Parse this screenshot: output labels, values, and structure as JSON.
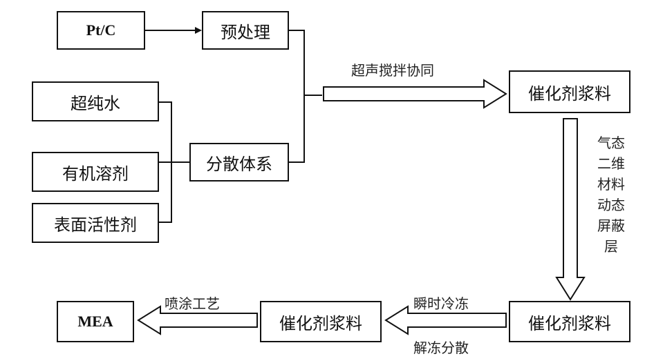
{
  "nodes": {
    "pt_c": "Pt/C",
    "pretreatment": "预处理",
    "ultrapure_water": "超纯水",
    "organic_solvent": "有机溶剂",
    "surfactant": "表面活性剂",
    "dispersion_system": "分散体系",
    "slurry_1": "催化剂浆料",
    "slurry_2": "催化剂浆料",
    "slurry_3": "催化剂浆料",
    "mea": "MEA"
  },
  "edges": {
    "ultrasonic": "超声搅拌协同",
    "gas_shield_lines": [
      "气态",
      "二维",
      "材料",
      "动态",
      "屏蔽",
      "层"
    ],
    "flash_freeze": "瞬时冷冻",
    "thaw_disperse": "解冻分散",
    "spray_process": "喷涂工艺"
  }
}
